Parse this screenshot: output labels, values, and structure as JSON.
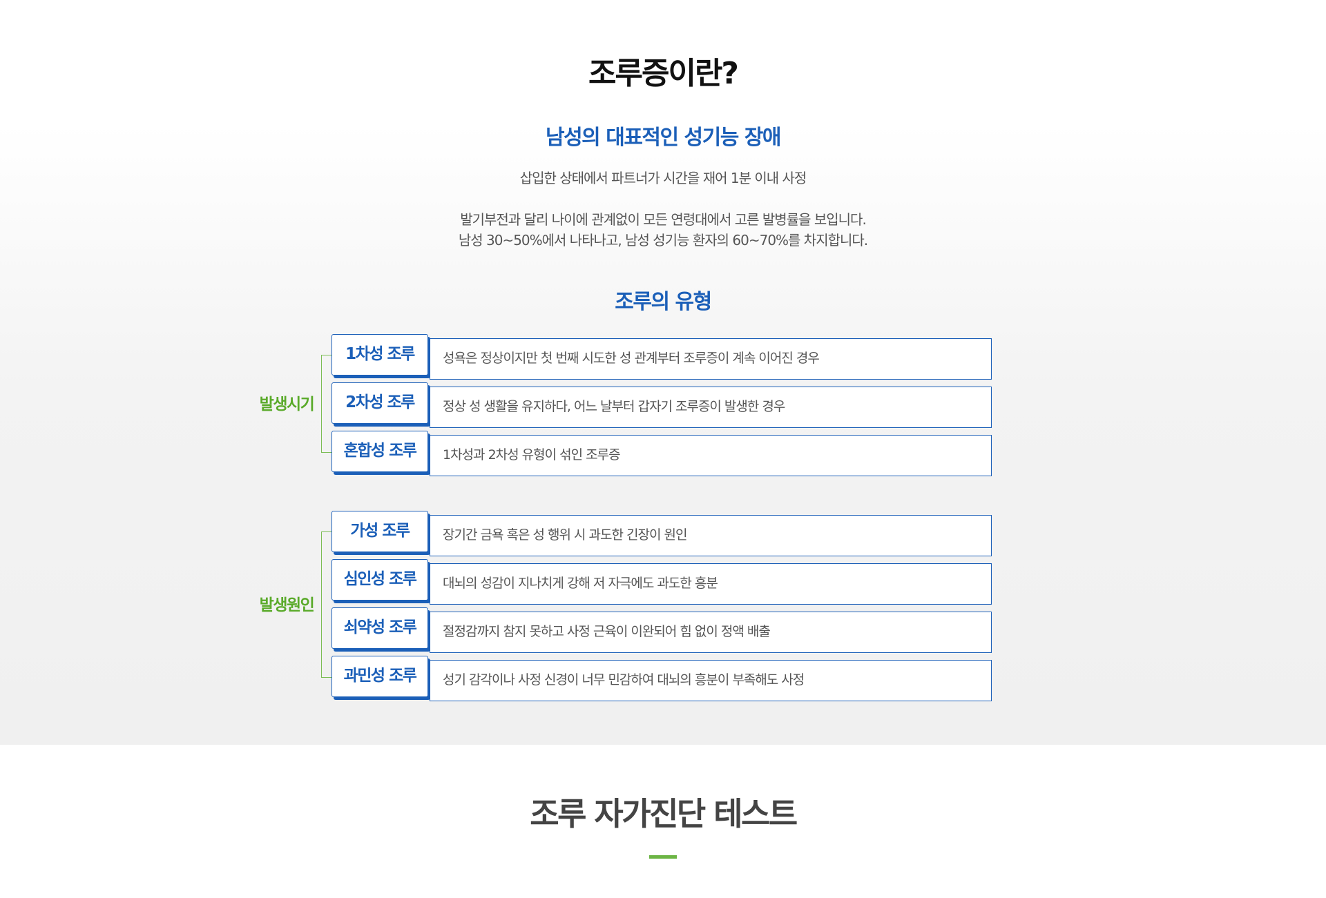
{
  "header": {
    "title": "조루증이란?"
  },
  "definition": {
    "subtitle": "남성의 대표적인 성기능 장애",
    "line1": "삽입한 상태에서 파트너가 시간을 재어 1분 이내 사정",
    "line2": "발기부전과 달리 나이에 관계없이 모든 연령대에서 고른 발병률을 보입니다.",
    "line3": "남성 30~50%에서 나타나고, 남성 성기능 환자의 60~70%를 차지합니다."
  },
  "types": {
    "subtitle": "조루의 유형",
    "groups": [
      {
        "label": "발생시기",
        "items": [
          {
            "tag": "1차성 조루",
            "desc": "성욕은 정상이지만 첫 번째 시도한 성 관계부터 조루증이 계속 이어진 경우"
          },
          {
            "tag": "2차성 조루",
            "desc": "정상 성 생활을 유지하다, 어느 날부터 갑자기 조루증이 발생한 경우"
          },
          {
            "tag": "혼합성 조루",
            "desc": "1차성과 2차성 유형이 섞인 조루증"
          }
        ]
      },
      {
        "label": "발생원인",
        "items": [
          {
            "tag": "가성 조루",
            "desc": "장기간 금욕 혹은 성 행위 시 과도한 긴장이 원인"
          },
          {
            "tag": "심인성 조루",
            "desc": "대뇌의 성감이 지나치게 강해 저 자극에도 과도한 흥분"
          },
          {
            "tag": "쇠약성 조루",
            "desc": "절정감까지 참지 못하고 사정 근육이 이완되어 힘 없이 정액 배출"
          },
          {
            "tag": "과민성 조루",
            "desc": "성기 감각이나 사정 신경이 너무 민감하여 대뇌의 흥분이 부족해도 사정"
          }
        ]
      }
    ]
  },
  "self_test": {
    "title": "조루 자가진단 테스트"
  },
  "colors": {
    "accent_blue": "#1b5fb8",
    "accent_green": "#5aaa2a",
    "bar_green": "#6cb544"
  }
}
